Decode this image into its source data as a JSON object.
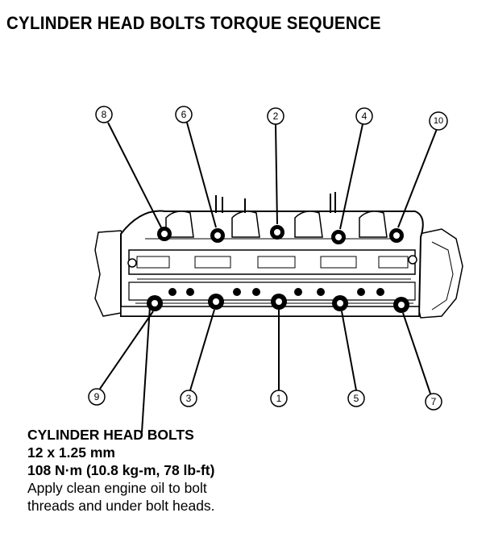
{
  "title": "CYLINDER HEAD BOLTS TORQUE SEQUENCE",
  "bolts": [
    {
      "num": "1"
    },
    {
      "num": "2"
    },
    {
      "num": "3"
    },
    {
      "num": "4"
    },
    {
      "num": "5"
    },
    {
      "num": "6"
    },
    {
      "num": "7"
    },
    {
      "num": "8"
    },
    {
      "num": "9"
    },
    {
      "num": "10"
    }
  ],
  "spec": {
    "heading": "CYLINDER HEAD BOLTS",
    "size": "12 x 1.25 mm",
    "torque": "108 N·m (10.8 kg-m, 78 lb-ft)",
    "note_line1": "Apply clean engine oil to bolt",
    "note_line2": "threads and under bolt heads."
  }
}
